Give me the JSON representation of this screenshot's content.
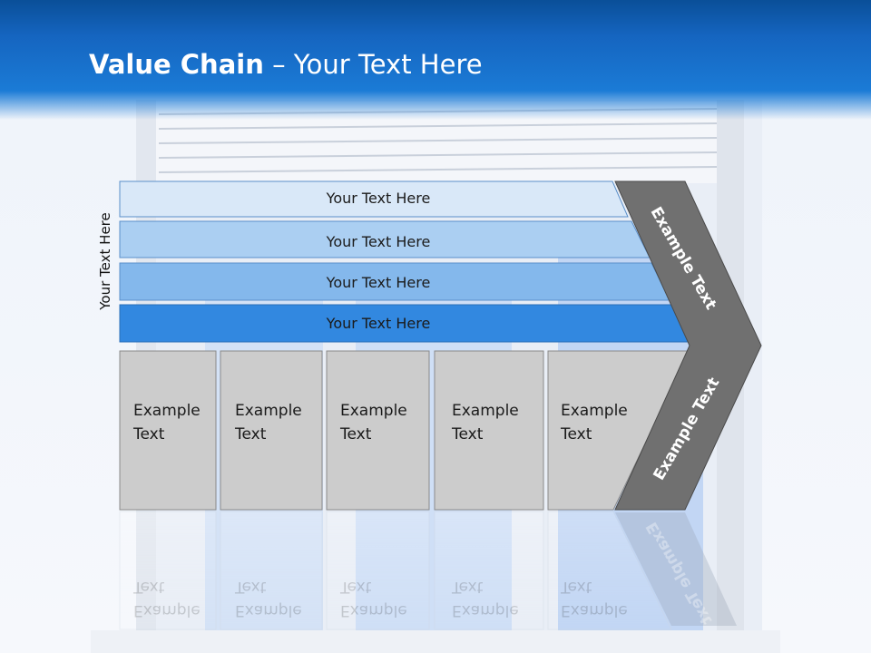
{
  "slide": {
    "title_bold": "Value Chain",
    "title_rest": " – Your Text Here"
  },
  "diagram": {
    "side_label": "Your Text Here",
    "rows": [
      {
        "label": "Your Text Here",
        "color": "#d9e8f8"
      },
      {
        "label": "Your Text Here",
        "color": "#abcff2"
      },
      {
        "label": "Your Text Here",
        "color": "#84b8ec"
      },
      {
        "label": "Your Text Here",
        "color": "#3288e0"
      }
    ],
    "cells": [
      {
        "line1": "Example",
        "line2": "Text"
      },
      {
        "line1": "Example",
        "line2": "Text"
      },
      {
        "line1": "Example",
        "line2": "Text"
      },
      {
        "line1": "Example",
        "line2": "Text"
      },
      {
        "line1": "Example",
        "line2": "Text"
      }
    ],
    "chevron_top_label": "Example Text",
    "chevron_bottom_label": "Example Text",
    "chevron_color": "#707070",
    "cell_color": "#cccccc"
  }
}
